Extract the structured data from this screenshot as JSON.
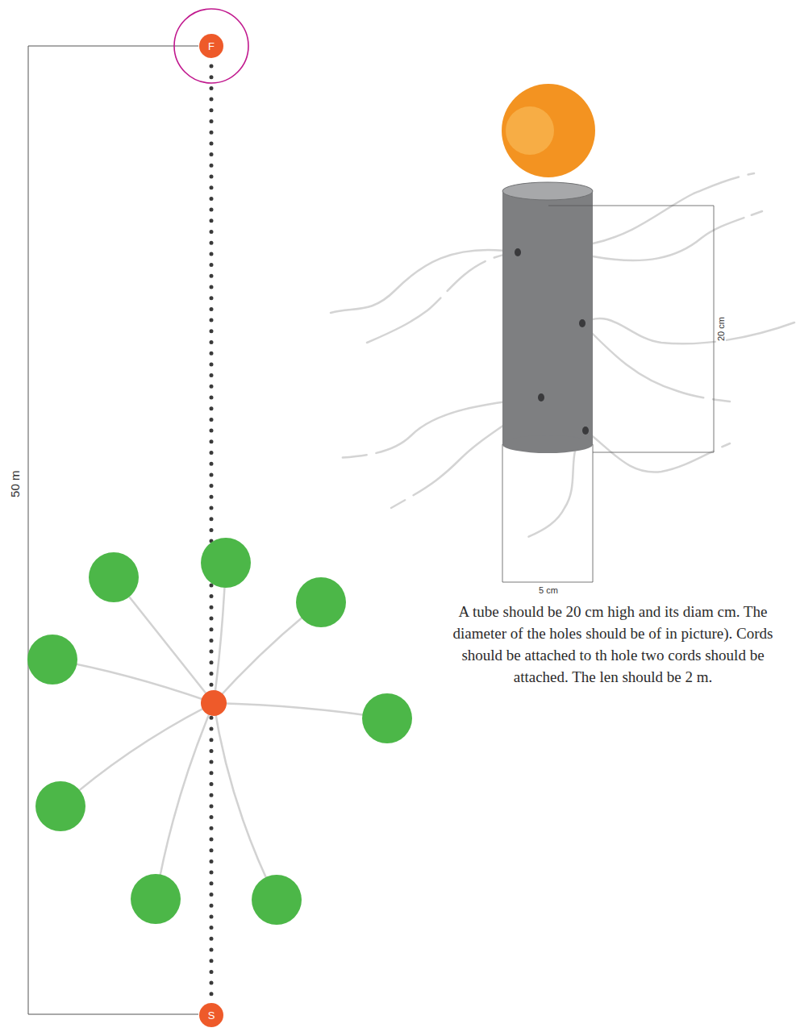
{
  "diagram": {
    "nodes": [
      {
        "text": [
          "F"
        ]
      },
      {
        "text": [
          "S"
        ]
      }
    ],
    "edges": [
      {
        "from": 0,
        "to": 1,
        "arrow": "none"
      }
    ],
    "labels": [
      "50 m",
      "20 cm",
      "5 cm",
      "A tube should be 20 cm high and its diam cm. The diameter of the holes should be of in picture). Cords should be attached to th hole two cords should be attached. The len should be 2 m."
    ]
  }
}
